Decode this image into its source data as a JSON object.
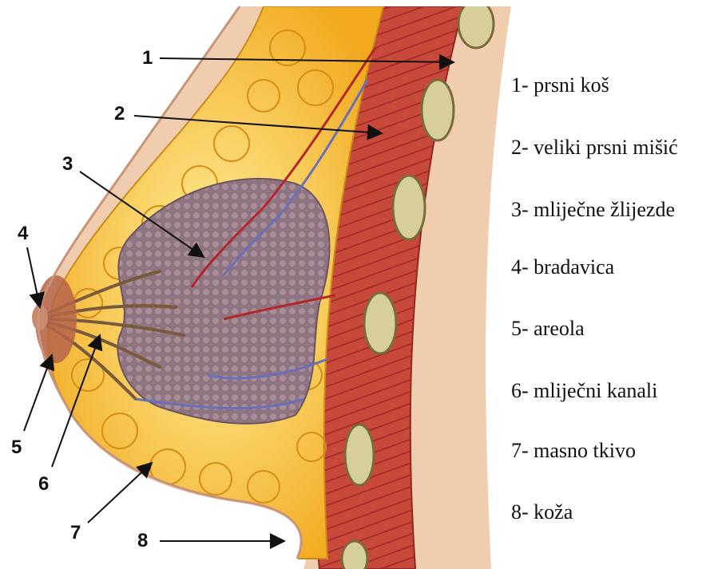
{
  "diagram": {
    "callouts": [
      {
        "number": "1",
        "part": "prsni koš"
      },
      {
        "number": "2",
        "part": "veliki prsni mišić"
      },
      {
        "number": "3",
        "part": "mliječne žlijezde"
      },
      {
        "number": "4",
        "part": "bradavica"
      },
      {
        "number": "5",
        "part": "areola"
      },
      {
        "number": "6",
        "part": "mliječni kanali"
      },
      {
        "number": "7",
        "part": "masno tkivo"
      },
      {
        "number": "8",
        "part": "koža"
      }
    ],
    "legend": [
      "1- prsni koš",
      "2- veliki prsni mišić",
      "3- mliječne žlijezde",
      "4- bradavica",
      "5- areola",
      "6- mliječni kanali",
      "7- masno tkivo",
      "8- koža"
    ],
    "colors": {
      "skin": "#f1cdb0",
      "fat": "#f2b82a",
      "muscle": "#c8493a",
      "gland": "#8e7380",
      "rib": "#d6cf9a",
      "artery": "#b3262a",
      "vein": "#6a70b8"
    }
  }
}
